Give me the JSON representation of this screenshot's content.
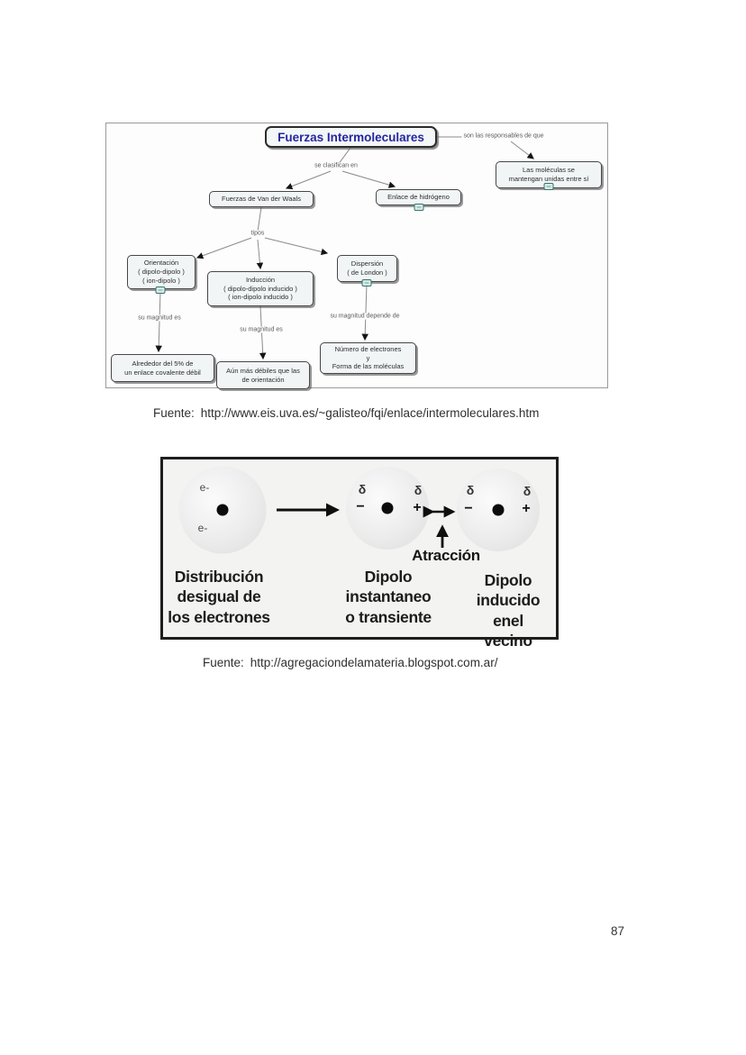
{
  "page": {
    "number": "87"
  },
  "concept_map": {
    "title": "Fuerzas Intermoleculares",
    "nodes": {
      "moleculas": "Las moléculas se\nmantengan unidas entre sí",
      "vdw": "Fuerzas de Van der Waals",
      "enlace": "Enlace de hidrógeno",
      "orientacion": "Orientación\n( dipolo-dipolo )\n( ion-dipolo )",
      "induccion": "Inducción\n( dipolo-dipolo inducido )\n( ion-dipolo inducido )",
      "dispersion": "Dispersión\n( de London )",
      "alrededor": "Alrededor del 5% de\nun enlace covalente débil",
      "aun_mas": "Aún más débiles que las\nde orientación",
      "numero": "Número de electrones\ny\nForma de las moléculas"
    },
    "link_labels": {
      "responsables": "son las responsables de que",
      "clasifican": "se clasifican en",
      "tipos": "tipos",
      "magnitud_1": "su magnitud es",
      "magnitud_2": "su magnitud es",
      "magnitud_3": "su magnitud depende de"
    },
    "colors": {
      "title_text": "#2525a0",
      "box_fill": "#f1f5f6",
      "resource_icon": "#37756c"
    }
  },
  "source_1": {
    "label": "Fuente:",
    "url": "http://www.eis.uva.es/~galisteo/fqi/enlace/intermoleculares.htm"
  },
  "dipole_figure": {
    "electron_top": "e-",
    "electron_bottom": "e-",
    "delta": "δ",
    "minus": "−",
    "plus": "+",
    "attraction_label": "Atracción",
    "caption_1": "Distribución\ndesigual de\nlos electrones",
    "caption_2": "Dipolo\ninstantaneo\no transiente",
    "caption_3": "Dipolo\ninducido\nenel vecino"
  },
  "source_2": {
    "label": "Fuente:",
    "url": "http://agregaciondelamateria.blogspot.com.ar/"
  }
}
